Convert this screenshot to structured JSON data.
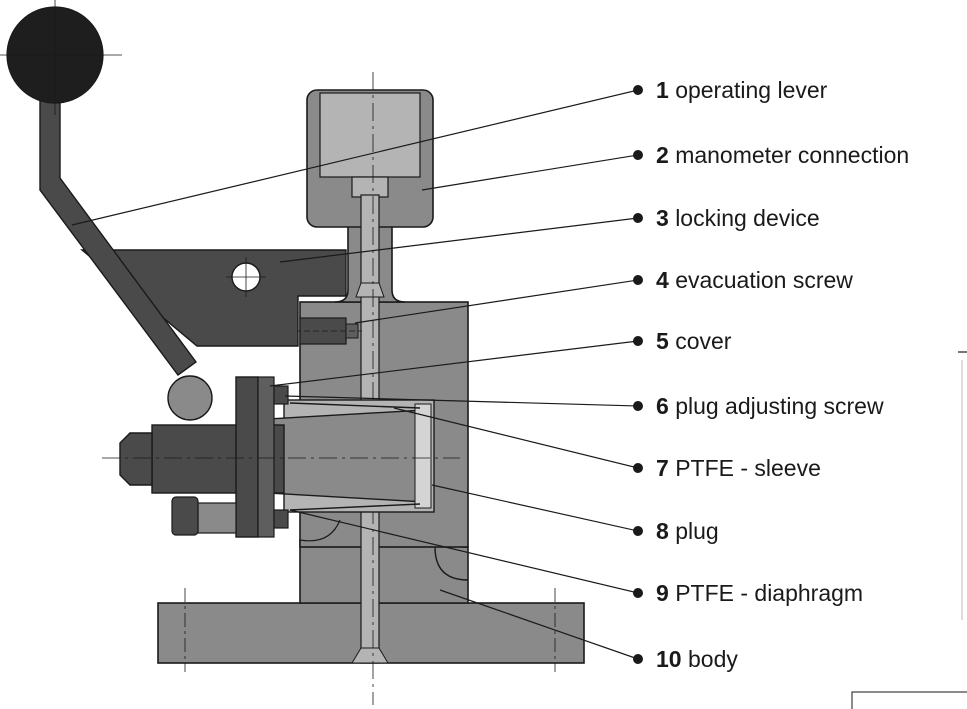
{
  "labels": [
    {
      "number": "1",
      "text": "operating lever"
    },
    {
      "number": "2",
      "text": "manometer connection"
    },
    {
      "number": "3",
      "text": "locking device"
    },
    {
      "number": "4",
      "text": "evacuation screw"
    },
    {
      "number": "5",
      "text": "cover"
    },
    {
      "number": "6",
      "text": "plug adjusting screw"
    },
    {
      "number": "7",
      "text": "PTFE - sleeve"
    },
    {
      "number": "8",
      "text": "plug"
    },
    {
      "number": "9",
      "text": "PTFE - diaphragm"
    },
    {
      "number": "10",
      "text": "body"
    }
  ],
  "colors": {
    "body_gray": "#8a8a8a",
    "dark_gray": "#4a4a4a",
    "light_gray": "#b4b4b4",
    "knob": "#1e1e1e",
    "outline": "#1a1a1a",
    "label_text": "#1a1a1a"
  }
}
